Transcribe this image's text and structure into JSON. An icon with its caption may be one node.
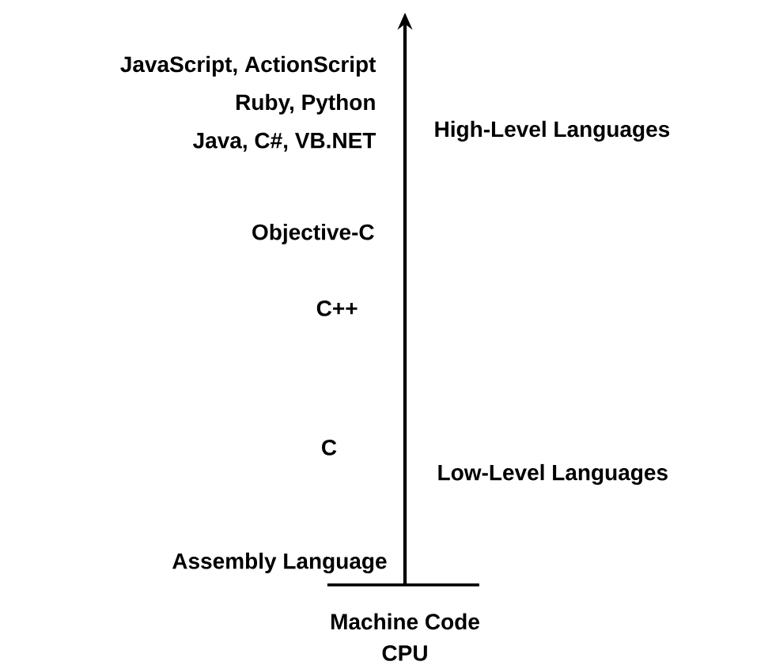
{
  "diagram": {
    "labels": [
      "JavaScript, ActionScript",
      "Ruby, Python",
      "Java, C#, VB.NET",
      "High-Level Languages",
      "Objective-C",
      "C++",
      "C",
      "Low-Level Languages",
      "Assembly Language",
      "Machine Code",
      "CPU"
    ]
  }
}
